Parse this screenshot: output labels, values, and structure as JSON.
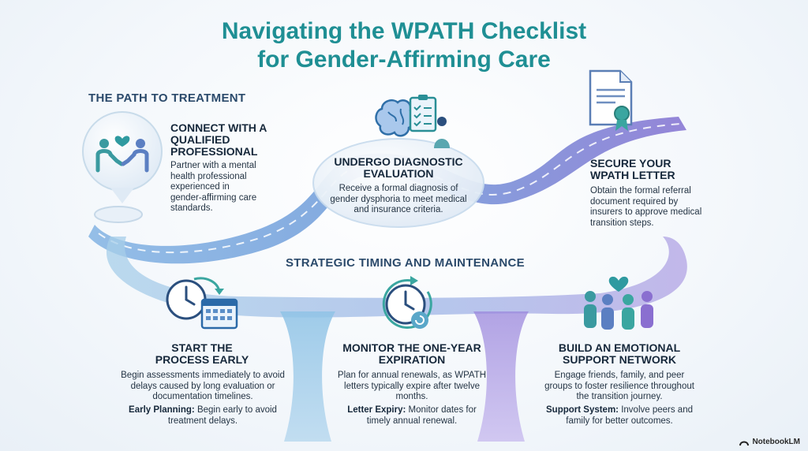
{
  "title_line1": "Navigating the WPATH Checklist",
  "title_line2": "for Gender-Affirming Care",
  "section1": "THE PATH TO TREATMENT",
  "section2": "STRATEGIC TIMING AND MAINTENANCE",
  "steps": [
    {
      "title": "CONNECT WITH A QUALIFIED PROFESSIONAL",
      "desc": "Partner with a mental health professional experienced in gender-affirming care standards.",
      "icon": "handshake-heart-icon"
    },
    {
      "title": "UNDERGO DIAGNOSTIC EVALUATION",
      "desc": "Receive a formal diagnosis of gender dysphoria to meet medical and insurance criteria.",
      "icon": "brain-clipboard-icon"
    },
    {
      "title": "SECURE YOUR WPATH LETTER",
      "desc": "Obtain the formal referral document required by insurers to approve medical transition steps.",
      "icon": "certificate-document-icon"
    },
    {
      "title": "START THE PROCESS EARLY",
      "desc": "Begin assessments immediately to avoid delays caused by long evaluation or documentation timelines.",
      "note_label": "Early Planning:",
      "note_text": " Begin early to avoid treatment delays.",
      "icon": "clock-calendar-icon"
    },
    {
      "title": "MONITOR THE ONE-YEAR EXPIRATION",
      "desc": "Plan for annual renewals, as WPATH letters typically expire after twelve months.",
      "note_label": "Letter Expiry:",
      "note_text": " Monitor dates for timely annual renewal.",
      "icon": "stopwatch-renew-icon"
    },
    {
      "title": "BUILD AN EMOTIONAL SUPPORT NETWORK",
      "desc": "Engage friends, family, and peer groups to foster resilience throughout the transition journey.",
      "note_label": "Support System:",
      "note_text": " Involve peers and family for better outcomes.",
      "icon": "people-heart-icon"
    }
  ],
  "brand": "NotebookLM",
  "colors": {
    "title": "#1f8f94",
    "road_blue": "#7aa9dc",
    "road_purple": "#8f7fd6",
    "icon_teal": "#3a9aa0"
  }
}
